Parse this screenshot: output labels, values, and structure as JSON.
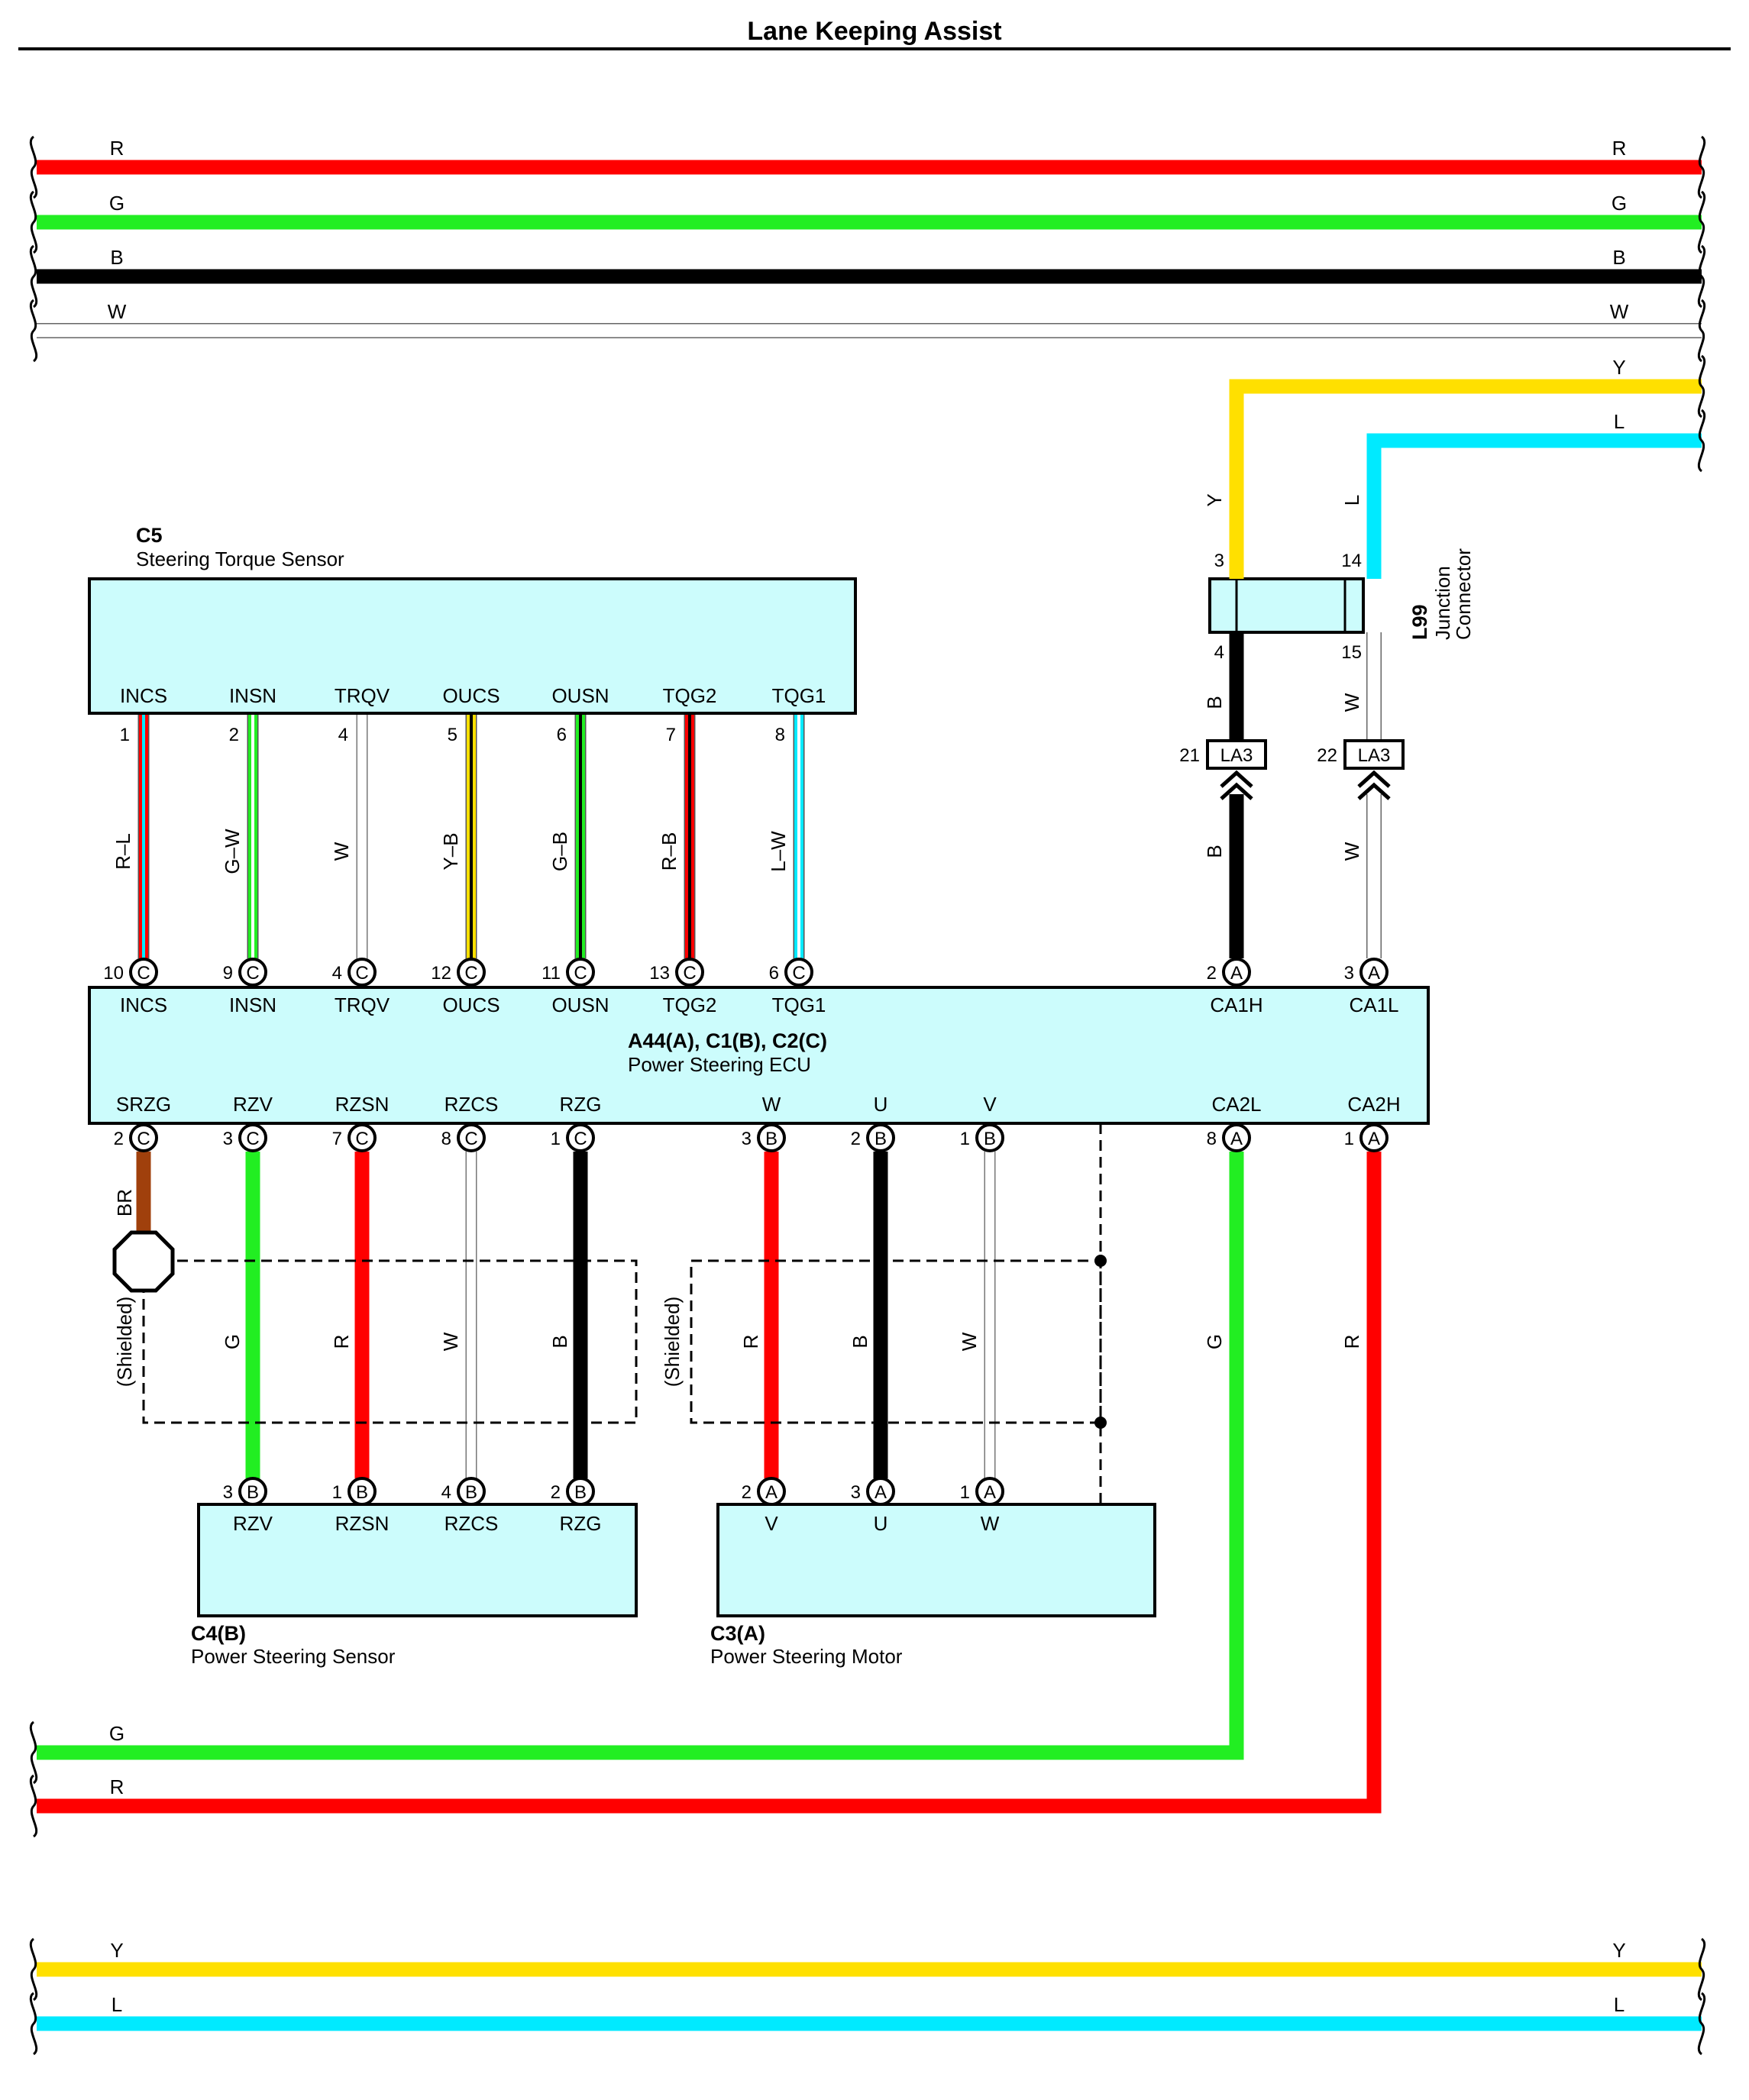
{
  "title": "Lane Keeping Assist",
  "colors": {
    "R": "#ff0000",
    "G": "#22ee22",
    "B": "#000000",
    "W": "#ffffff",
    "Y": "#ffe000",
    "L": "#00eaff",
    "BR": "#a0400c",
    "component_fill": "#ccfcfc"
  },
  "bus_top": [
    "R",
    "G",
    "B",
    "W"
  ],
  "bus_right": [
    "Y",
    "L"
  ],
  "bus_lower": [
    "G",
    "R"
  ],
  "bus_bottom": [
    "Y",
    "L"
  ],
  "c5": {
    "code": "C5",
    "name": "Steering Torque Sensor",
    "terminals": [
      "INCS",
      "INSN",
      "TRQV",
      "OUCS",
      "OUSN",
      "TQG2",
      "TQG1"
    ],
    "pins": [
      "1",
      "2",
      "4",
      "5",
      "6",
      "7",
      "8"
    ]
  },
  "c5_wires": [
    "R–L",
    "G–W",
    "W",
    "Y–B",
    "G–B",
    "R–B",
    "L–W"
  ],
  "ecu": {
    "code": "A44(A), C1(B), C2(C)",
    "name": "Power Steering ECU",
    "top_terminals": [
      "INCS",
      "INSN",
      "TRQV",
      "OUCS",
      "OUSN",
      "TQG2",
      "TQG1",
      "CA1H",
      "CA1L"
    ],
    "top_pins": [
      "10",
      "9",
      "4",
      "12",
      "11",
      "13",
      "6",
      "2",
      "3"
    ],
    "top_conn": [
      "C",
      "C",
      "C",
      "C",
      "C",
      "C",
      "C",
      "A",
      "A"
    ],
    "bottom_terminals": [
      "SRZG",
      "RZV",
      "RZSN",
      "RZCS",
      "RZG",
      "W",
      "U",
      "V",
      "CA2L",
      "CA2H"
    ],
    "bottom_pins": [
      "2",
      "3",
      "7",
      "8",
      "1",
      "3",
      "2",
      "1",
      "8",
      "1"
    ],
    "bottom_conn": [
      "C",
      "C",
      "C",
      "C",
      "C",
      "B",
      "B",
      "B",
      "A",
      "A"
    ]
  },
  "junction": {
    "code": "L99",
    "name_line1": "Junction",
    "name_line2": "Connector",
    "top_pins": [
      "3",
      "14"
    ],
    "bottom_pins": [
      "4",
      "15"
    ],
    "top_wires": [
      "Y",
      "L"
    ],
    "bottom_wires": [
      "B",
      "W"
    ]
  },
  "la3": {
    "label": "LA3",
    "pins": [
      "21",
      "22"
    ],
    "wires": [
      "B",
      "W"
    ]
  },
  "ground_wire": "BR",
  "shielded": "(Shielded)",
  "c4": {
    "code": "C4(B)",
    "name": "Power Steering Sensor",
    "terminals": [
      "RZV",
      "RZSN",
      "RZCS",
      "RZG"
    ],
    "pins": [
      "3",
      "1",
      "4",
      "2"
    ],
    "conn": "B",
    "wires": [
      "G",
      "R",
      "W",
      "B"
    ]
  },
  "c3": {
    "code": "C3(A)",
    "name": "Power Steering Motor",
    "terminals": [
      "V",
      "U",
      "W"
    ],
    "pins": [
      "2",
      "3",
      "1"
    ],
    "conn": "A",
    "wires": [
      "R",
      "B",
      "W"
    ]
  },
  "can_wires": [
    "G",
    "R"
  ]
}
